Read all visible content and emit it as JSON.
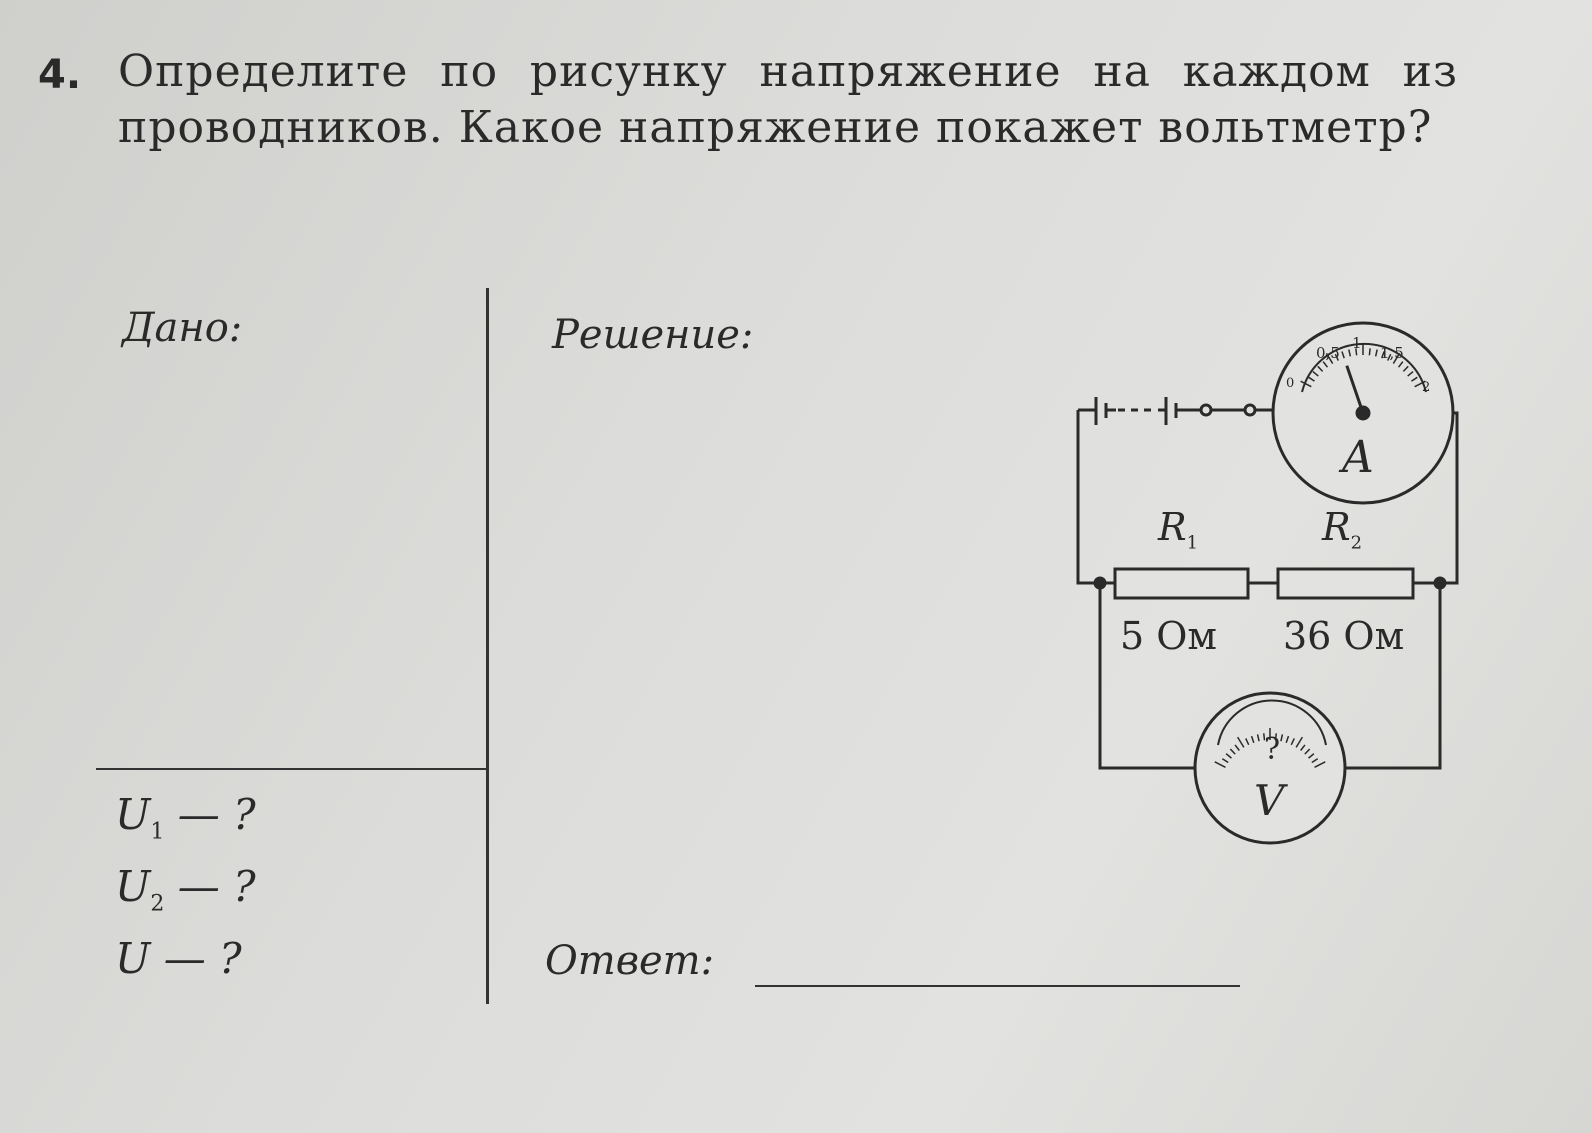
{
  "task": {
    "number": "4.",
    "text": "Определите по рисунку напряжение на каждом из проводников. Какое напряжение покажет вольтметр?"
  },
  "given": {
    "label": "Дано:",
    "unknowns": [
      {
        "symbol": "U",
        "sub": "1",
        "rest": " — ?"
      },
      {
        "symbol": "U",
        "sub": "2",
        "rest": " — ?"
      },
      {
        "symbol": "U",
        "sub": "",
        "rest": " — ?"
      }
    ]
  },
  "solution": {
    "label": "Решение:"
  },
  "answer": {
    "label": "Ответ:"
  },
  "circuit": {
    "ammeter": {
      "letter": "A",
      "scale": [
        "0",
        "0,5",
        "1",
        "1,5",
        "2"
      ],
      "reading": 0.7
    },
    "voltmeter": {
      "letter": "V",
      "reading": "?"
    },
    "r1": {
      "name": "R",
      "sub": "1",
      "value": "5 Ом"
    },
    "r2": {
      "name": "R",
      "sub": "2",
      "value": "36 Ом"
    }
  }
}
